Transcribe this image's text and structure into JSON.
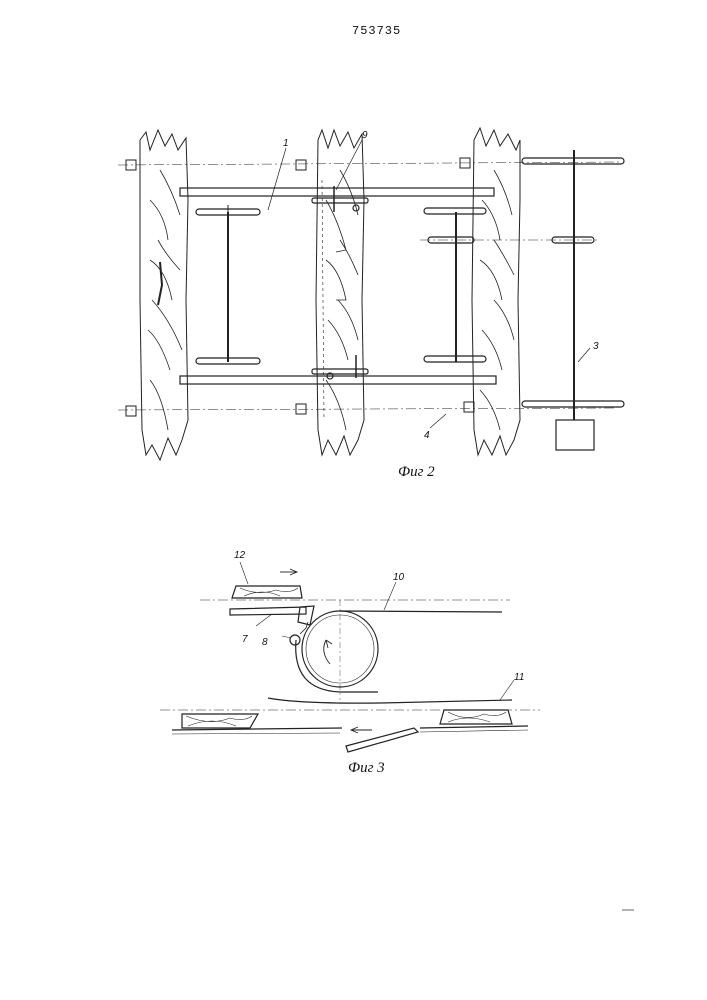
{
  "document": {
    "page_number": "753735"
  },
  "figure2": {
    "caption": "Фиг 2",
    "labels": {
      "l1": "1",
      "l9": "9",
      "l3": "3",
      "l4": "4"
    }
  },
  "figure3": {
    "caption": "Фиг 3",
    "labels": {
      "l12": "12",
      "l10": "10",
      "l7": "7",
      "l8": "8",
      "l11": "11"
    }
  }
}
